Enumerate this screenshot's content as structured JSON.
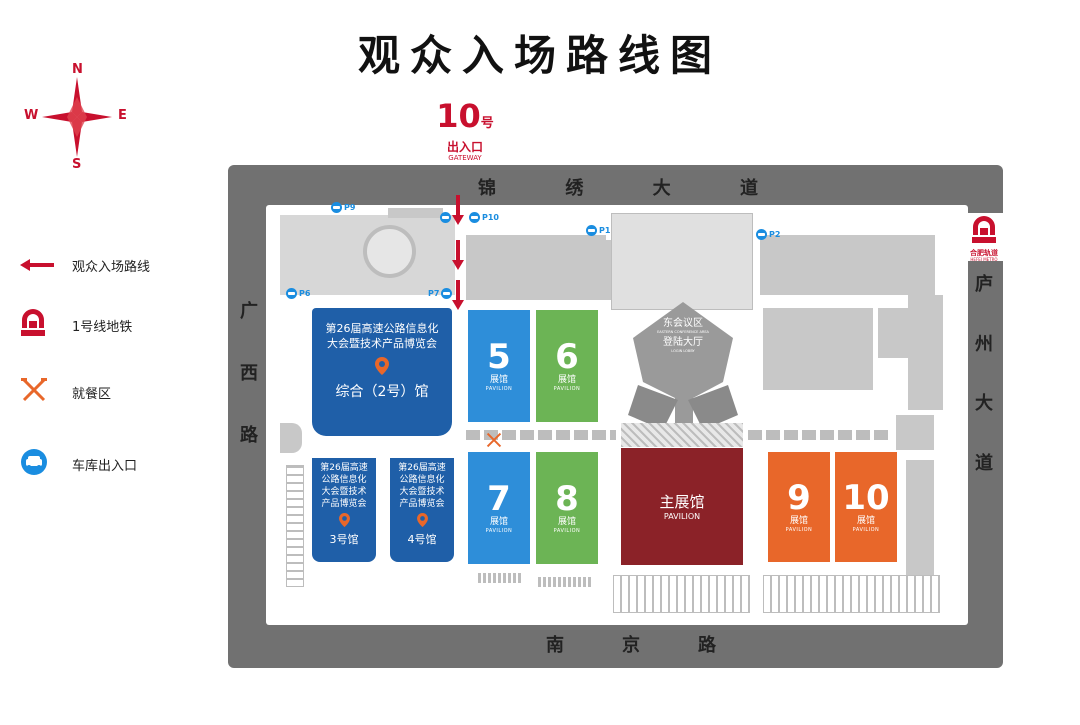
{
  "title": "观众入场路线图",
  "compass": {
    "n": "N",
    "s": "S",
    "e": "E",
    "w": "W"
  },
  "gateway": {
    "number": "10",
    "unit": "号",
    "cn": "出入口",
    "en": "GATEWAY"
  },
  "legend": [
    {
      "icon": "red-arrow-icon",
      "label": "观众入场路线"
    },
    {
      "icon": "metro-logo-icon",
      "label": "1号线地铁"
    },
    {
      "icon": "dining-icon",
      "label": "就餐区"
    },
    {
      "icon": "parking-car-icon",
      "label": "车库出入口"
    }
  ],
  "roads": {
    "north": [
      "锦",
      "绣",
      "大",
      "道"
    ],
    "south": [
      "南",
      "京",
      "路"
    ],
    "west": [
      "广",
      "西",
      "路"
    ],
    "east": [
      "庐",
      "州",
      "大",
      "道"
    ]
  },
  "metro_logo": {
    "cn": "合肥轨道",
    "en": "HEFEI METRO"
  },
  "parking": [
    "P9",
    "P10",
    "P1",
    "P2",
    "P6",
    "P7"
  ],
  "hall_main_2": {
    "line1": "第26届高速公路信息化",
    "line2": "大会暨技术产品博览会",
    "name": "综合（2号）馆"
  },
  "hall_3": {
    "lines": [
      "第26届高速",
      "公路信息化",
      "大会暨技术",
      "产品博览会"
    ],
    "name": "3号馆"
  },
  "hall_4": {
    "lines": [
      "第26届高速",
      "公路信息化",
      "大会暨技术",
      "产品博览会"
    ],
    "name": "4号馆"
  },
  "halls": [
    {
      "num": "5",
      "cn": "展馆",
      "en": "PAVILION"
    },
    {
      "num": "6",
      "cn": "展馆",
      "en": "PAVILION"
    },
    {
      "num": "7",
      "cn": "展馆",
      "en": "PAVILION"
    },
    {
      "num": "8",
      "cn": "展馆",
      "en": "PAVILION"
    },
    {
      "num": "9",
      "cn": "展馆",
      "en": "PAVILION"
    },
    {
      "num": "10",
      "cn": "展馆",
      "en": "PAVILION"
    }
  ],
  "main_hall": {
    "cn": "主展馆",
    "en": "PAVILION"
  },
  "conference": {
    "line1": "东会议区",
    "line1_en": "EASTERN CONFERENCE AREA",
    "line2": "登陆大厅",
    "line2_en": "LOGIN LOBBY"
  },
  "colors": {
    "blue_dark": "#1f5fa8",
    "blue_light": "#2e8ed9",
    "green": "#6cb455",
    "red_main": "#8b2228",
    "orange": "#e8672a",
    "route_red": "#c8102e",
    "parking_blue": "#1a8de0"
  }
}
